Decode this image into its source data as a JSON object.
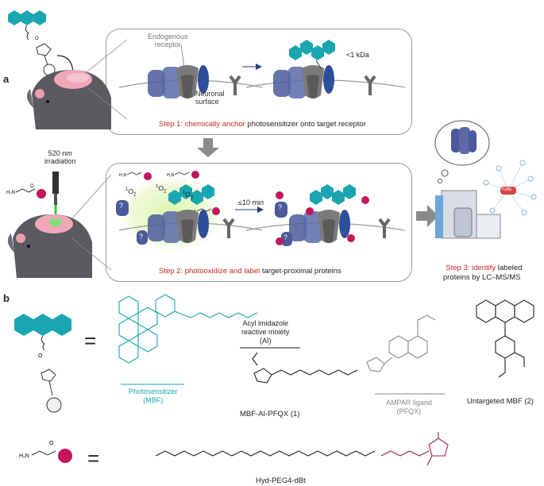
{
  "panel_a": {
    "label": "a",
    "step1": {
      "endogenous_receptor": "Endogenous\nreceptor",
      "neuronal_surface": "Neuronal\nsurface",
      "size_label": "<1 kDa",
      "caption_red": "Step 1: chemically anchor",
      "caption_black": " photosensitizer onto target receptor"
    },
    "step2": {
      "irradiation": "520 nm\nirradiation",
      "singlet_oxygen": "1O2",
      "time_label": "≤10 min",
      "caption_red": "Step 2: photooxidize and label",
      "caption_black": " target-proximal proteins",
      "unknown_mark": "?"
    },
    "step3": {
      "caption_red": "Step 3: identify",
      "caption_black": " labeled\nproteins by LC–MS/MS",
      "instrument_label": "TUBE"
    }
  },
  "panel_b": {
    "label": "b",
    "photosensitizer_label": "Photosensitizer\n(MBF)",
    "acyl_label": "Acyl imidazole\nreactive moiety\n(AI)",
    "ampar_label": "AMPAR ligand\n(PFQX)",
    "compound1_label": "MBF-AI-PFQX (1)",
    "compound2_label": "Untargeted MBF (2)",
    "hyd_label": "Hyd-PEG4-dBt",
    "equals": "="
  },
  "colors": {
    "teal": "#1aa6b0",
    "magenta": "#c2185b",
    "dark_red": "#9c1c4a",
    "receptor_blue": "#4a5a9a",
    "receptor_dark": "#2f4e9a",
    "gray": "#8a8a8a",
    "red_text": "#c62828",
    "glow": "#c8f08a"
  }
}
